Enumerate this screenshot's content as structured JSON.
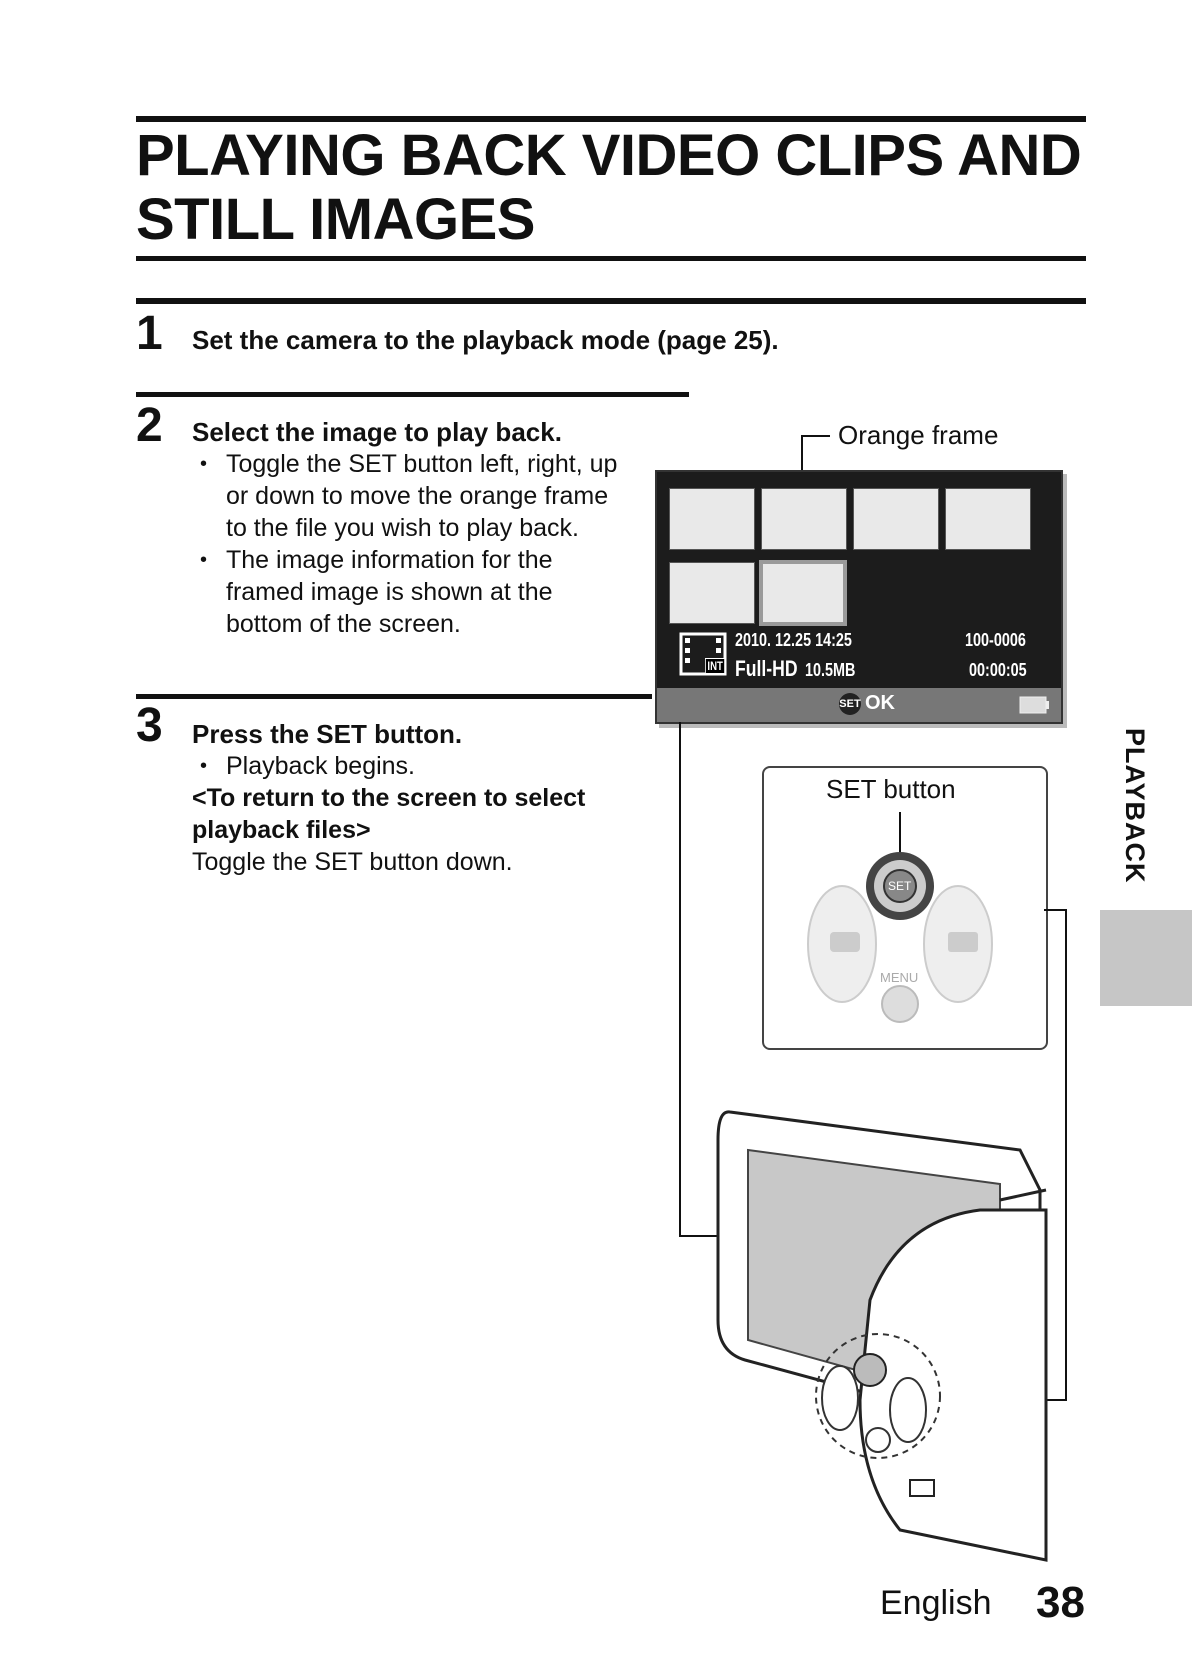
{
  "title": "PLAYING BACK VIDEO CLIPS AND STILL IMAGES",
  "steps": [
    {
      "number": "1",
      "text": "Set the camera to the playback mode (page 25)."
    },
    {
      "number": "2",
      "text": "Select the image to play back.",
      "bullets": [
        "Toggle the SET button left, right, up or down to move the orange frame to the file you wish to play back.",
        "The image information for the framed image is shown at the bottom of the screen."
      ]
    },
    {
      "number": "3",
      "text": "Press the SET button.",
      "bullets": [
        "Playback begins."
      ],
      "subhead": "<To return to the screen to select playback files>",
      "note": "Toggle the SET button down."
    }
  ],
  "callouts": {
    "orange_frame": "Orange frame",
    "set_button": "SET button"
  },
  "screen": {
    "datetime": "2010. 12.25  14:25",
    "file_number": "100-0006",
    "resolution": "Full-HD",
    "size": "10.5MB",
    "duration": "00:00:05",
    "int_badge": "INT",
    "set_badge": "SET",
    "ok": "OK"
  },
  "controls": {
    "set_key": "SET",
    "menu_key": "MENU"
  },
  "side_tab": "PLAYBACK",
  "footer": {
    "language": "English",
    "page_number": "38"
  },
  "icons": [
    "film-icon",
    "camera-icon",
    "video-icon",
    "battery-icon"
  ]
}
